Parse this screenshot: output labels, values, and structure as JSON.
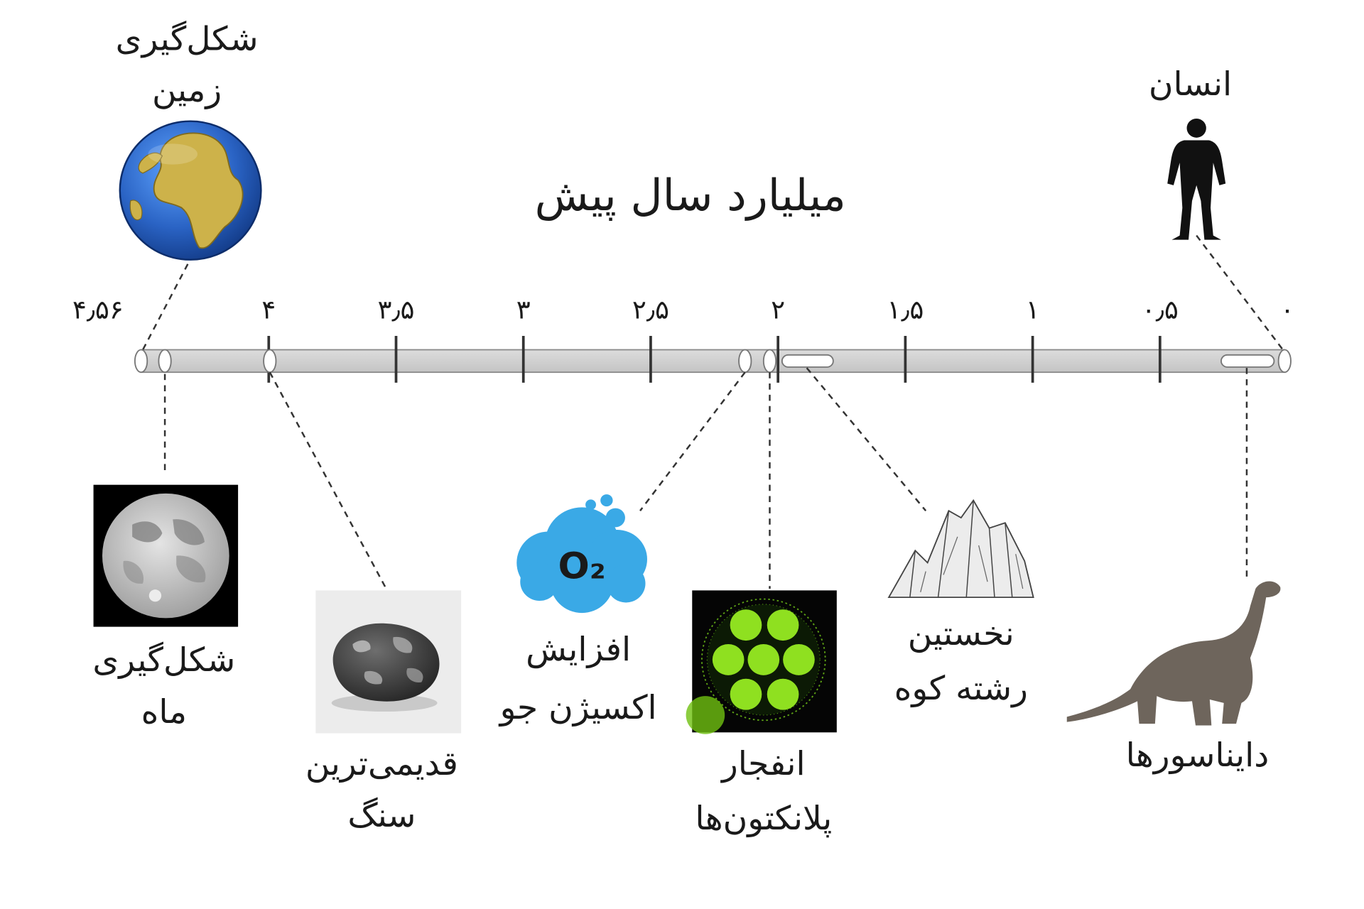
{
  "headline": "میلیارد سال پیش",
  "axis": {
    "ticks": [
      {
        "value": 4.56,
        "label": "۴٫۵۶"
      },
      {
        "value": 4,
        "label": "۴"
      },
      {
        "value": 3.5,
        "label": "۳٫۵"
      },
      {
        "value": 3,
        "label": "۳"
      },
      {
        "value": 2.5,
        "label": "۲٫۵"
      },
      {
        "value": 2,
        "label": "۲"
      },
      {
        "value": 1.5,
        "label": "۱٫۵"
      },
      {
        "value": 1,
        "label": "۱"
      },
      {
        "value": 0.5,
        "label": "۰٫۵"
      },
      {
        "value": 0,
        "label": "۰"
      }
    ]
  },
  "events": {
    "earth": {
      "line1": "شکل‌گیری",
      "line2": "زمین",
      "icon": "earth-globe-icon"
    },
    "human": {
      "line1": "انسان",
      "icon": "human-silhouette-icon"
    },
    "moon": {
      "line1": "شکل‌گیری",
      "line2": "ماه",
      "icon": "moon-icon"
    },
    "rock": {
      "line1": "قدیمی‌ترین",
      "line2": "سنگ",
      "icon": "rock-icon"
    },
    "oxygen": {
      "line1": "افزایش",
      "line2": "اکسیژن جو",
      "icon": "oxygen-cloud-icon",
      "badge": "O₂"
    },
    "plankton": {
      "line1": "انفجار",
      "line2": "پلانکتون‌ها",
      "icon": "plankton-icon"
    },
    "mountain": {
      "line1": "نخستین",
      "line2": "رشته کوه",
      "icon": "mountain-icon"
    },
    "dinosaur": {
      "line1": "دایناسورها",
      "icon": "dinosaur-icon"
    }
  },
  "colors": {
    "bar": "#d4d4d4",
    "ocean": "#2a63c4",
    "land": "#cdb24a",
    "oxygen": "#3aa9e6",
    "plankton": "#8fe020",
    "dinosaur": "#6e655c"
  }
}
